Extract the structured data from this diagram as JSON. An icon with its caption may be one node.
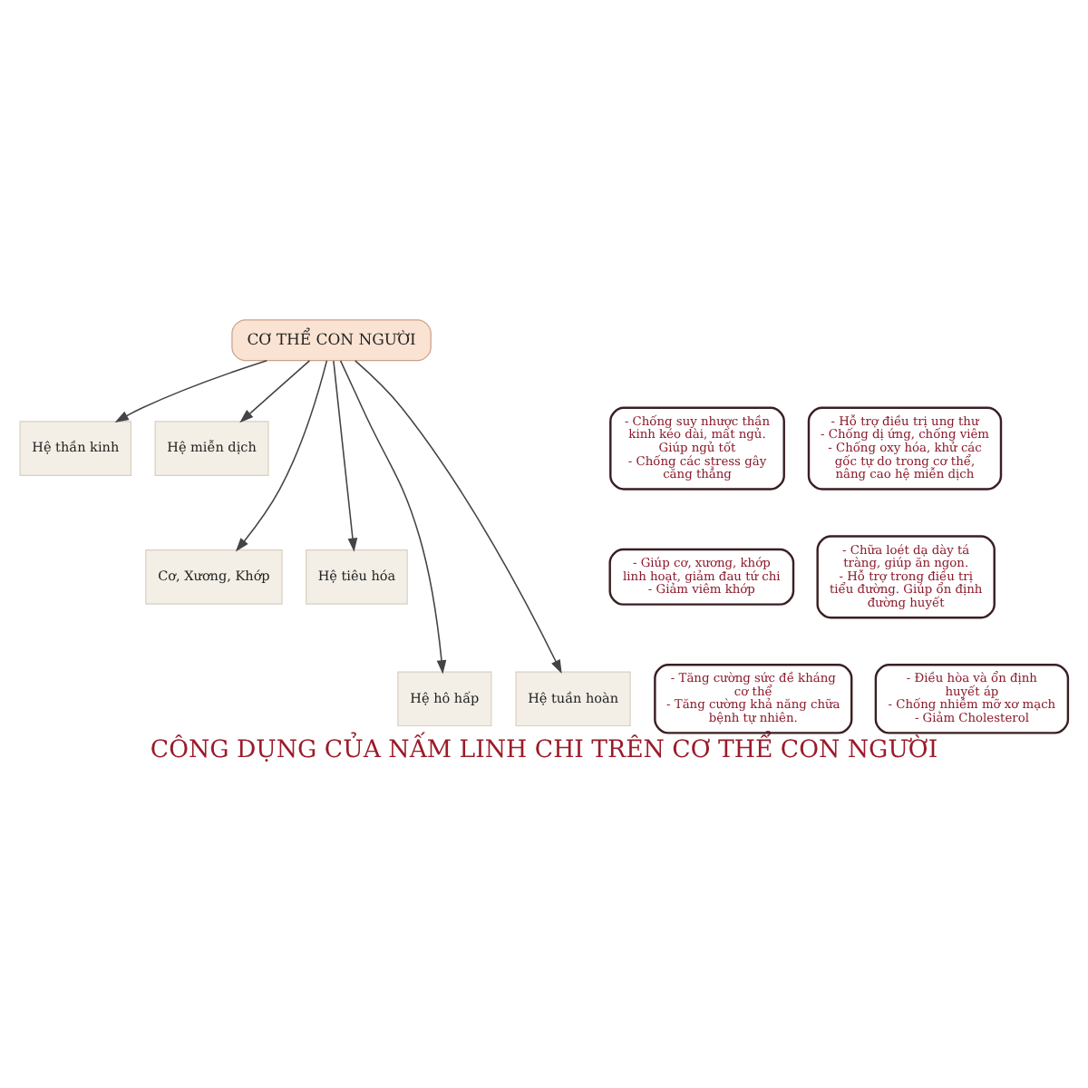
{
  "diagram": {
    "title": "CÔNG DỤNG CỦA NẤM LINH CHI TRÊN CƠ THỂ CON NGƯỜI",
    "nodes": [
      {
        "text": [
          "CƠ THỂ CON NGƯỜI"
        ]
      },
      {
        "text": [
          "- Chống suy nhược thần kinh kéo dài, mất ngủ. Giúp ngủ tốt",
          "- Chống các stress gây căng thẳng"
        ]
      },
      {
        "text": [
          "Hệ thần kinh"
        ]
      },
      {
        "text": [
          "Hệ miễn dịch"
        ]
      },
      {
        "text": [
          "- Hỗ trợ điều trị ung thư",
          "- Chống dị ứng, chống viêm",
          "- Chống oxy hóa, khử các gốc tự do trong cơ thể, nâng cao hệ miễn dịch"
        ]
      },
      {
        "text": [
          "- Giúp cơ, xương, khớp linh hoạt, giảm đau tứ chi",
          "- Giảm viêm khớp"
        ]
      },
      {
        "text": [
          "Cơ, Xương, Khớp"
        ]
      },
      {
        "text": [
          "Hệ tiêu hóa"
        ]
      },
      {
        "text": [
          "- Chữa loét dạ dày tá tràng, giúp ăn ngon.",
          "- Hỗ trợ trong điều trị tiểu đường. Giúp ổn định đường huyết"
        ]
      },
      {
        "text": [
          "- Tăng cường sức đề kháng cơ thể",
          "- Tăng cường khả năng chữa bệnh tự nhiên."
        ]
      },
      {
        "text": [
          "Hệ hô hấp"
        ]
      },
      {
        "text": [
          "Hệ tuần hoàn"
        ]
      },
      {
        "text": [
          "- Điều hòa và ổn định huyết áp",
          "- Chống nhiễm mỡ xơ mạch",
          "- Giảm Cholesterol"
        ]
      }
    ],
    "edges": [
      {
        "from": 0,
        "to": 2,
        "arrow": "to"
      },
      {
        "from": 0,
        "to": 3,
        "arrow": "to"
      },
      {
        "from": 0,
        "to": 6,
        "arrow": "to"
      },
      {
        "from": 0,
        "to": 7,
        "arrow": "to"
      },
      {
        "from": 0,
        "to": 10,
        "arrow": "to"
      },
      {
        "from": 0,
        "to": 11,
        "arrow": "to"
      }
    ]
  }
}
